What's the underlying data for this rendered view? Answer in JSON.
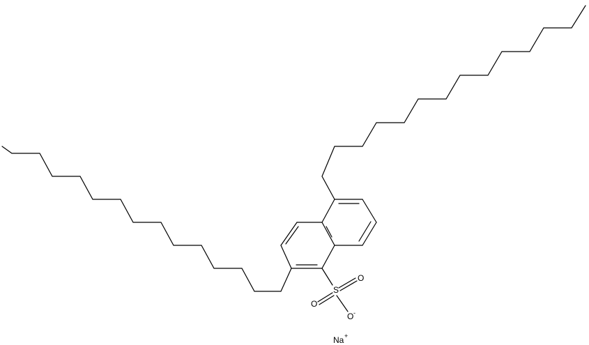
{
  "molecule": {
    "atoms": {
      "sulfur": "S",
      "oxygen_upper": "O",
      "oxygen_left": "O",
      "oxygen_anion": "O",
      "anion_charge": "-",
      "sodium": "Na",
      "sodium_charge": "+"
    }
  }
}
